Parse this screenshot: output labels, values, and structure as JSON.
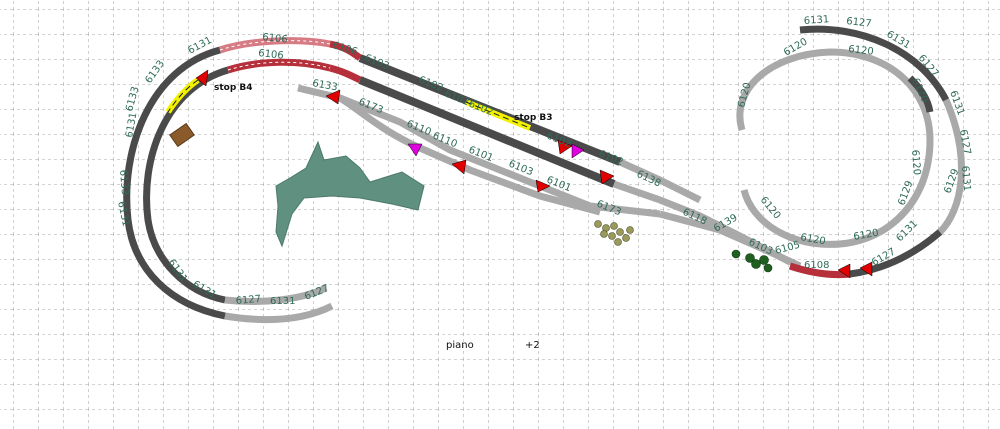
{
  "labels": {
    "part_6131": "6131",
    "part_6127": "6127",
    "part_6120": "6120",
    "part_6106": "6106",
    "part_6103": "6103",
    "part_6102": "6102",
    "part_6133": "6133",
    "part_6138": "6138",
    "part_6110": "6110",
    "part_6101": "6101",
    "part_6173": "6173",
    "part_6118": "6118",
    "part_6139": "6139",
    "part_6105": "6105",
    "part_6108": "6108",
    "part_6129": "6129"
  },
  "stops": {
    "b4": "stop B4",
    "b3": "stop B3"
  },
  "footer": {
    "level_label": "piano",
    "level_value": "+2"
  },
  "colors": {
    "grid": "#8a8a8a",
    "track_dark": "#4a4a4a",
    "track_light": "#a9a9a9",
    "track_red": "#b5303a",
    "track_yellow": "#f2f200",
    "signal_red": "#e00000",
    "signal_magenta": "#e000e0",
    "lake": "#5f9080",
    "building": "#8b5a2b",
    "tree": "#1f5f1f",
    "label": "#2f6b5a"
  }
}
